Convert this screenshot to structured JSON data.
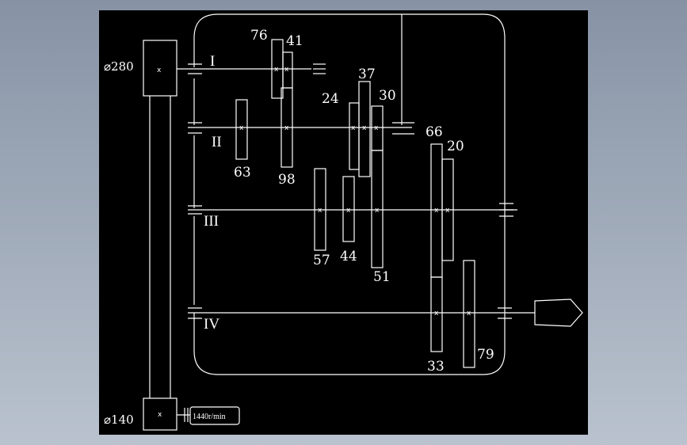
{
  "diagram": {
    "pulley_large_label": "⌀280",
    "pulley_small_label": "⌀140",
    "motor_speed": "1440r/min",
    "shaft_labels": [
      "I",
      "II",
      "III",
      "IV"
    ],
    "gear_mark": "x",
    "gear_teeth": {
      "g76": "76",
      "g41": "41",
      "g24": "24",
      "g37": "37",
      "g30": "30",
      "g63": "63",
      "g98": "98",
      "g66": "66",
      "g20": "20",
      "g57": "57",
      "g44": "44",
      "g51": "51",
      "g33": "33",
      "g79": "79"
    }
  }
}
